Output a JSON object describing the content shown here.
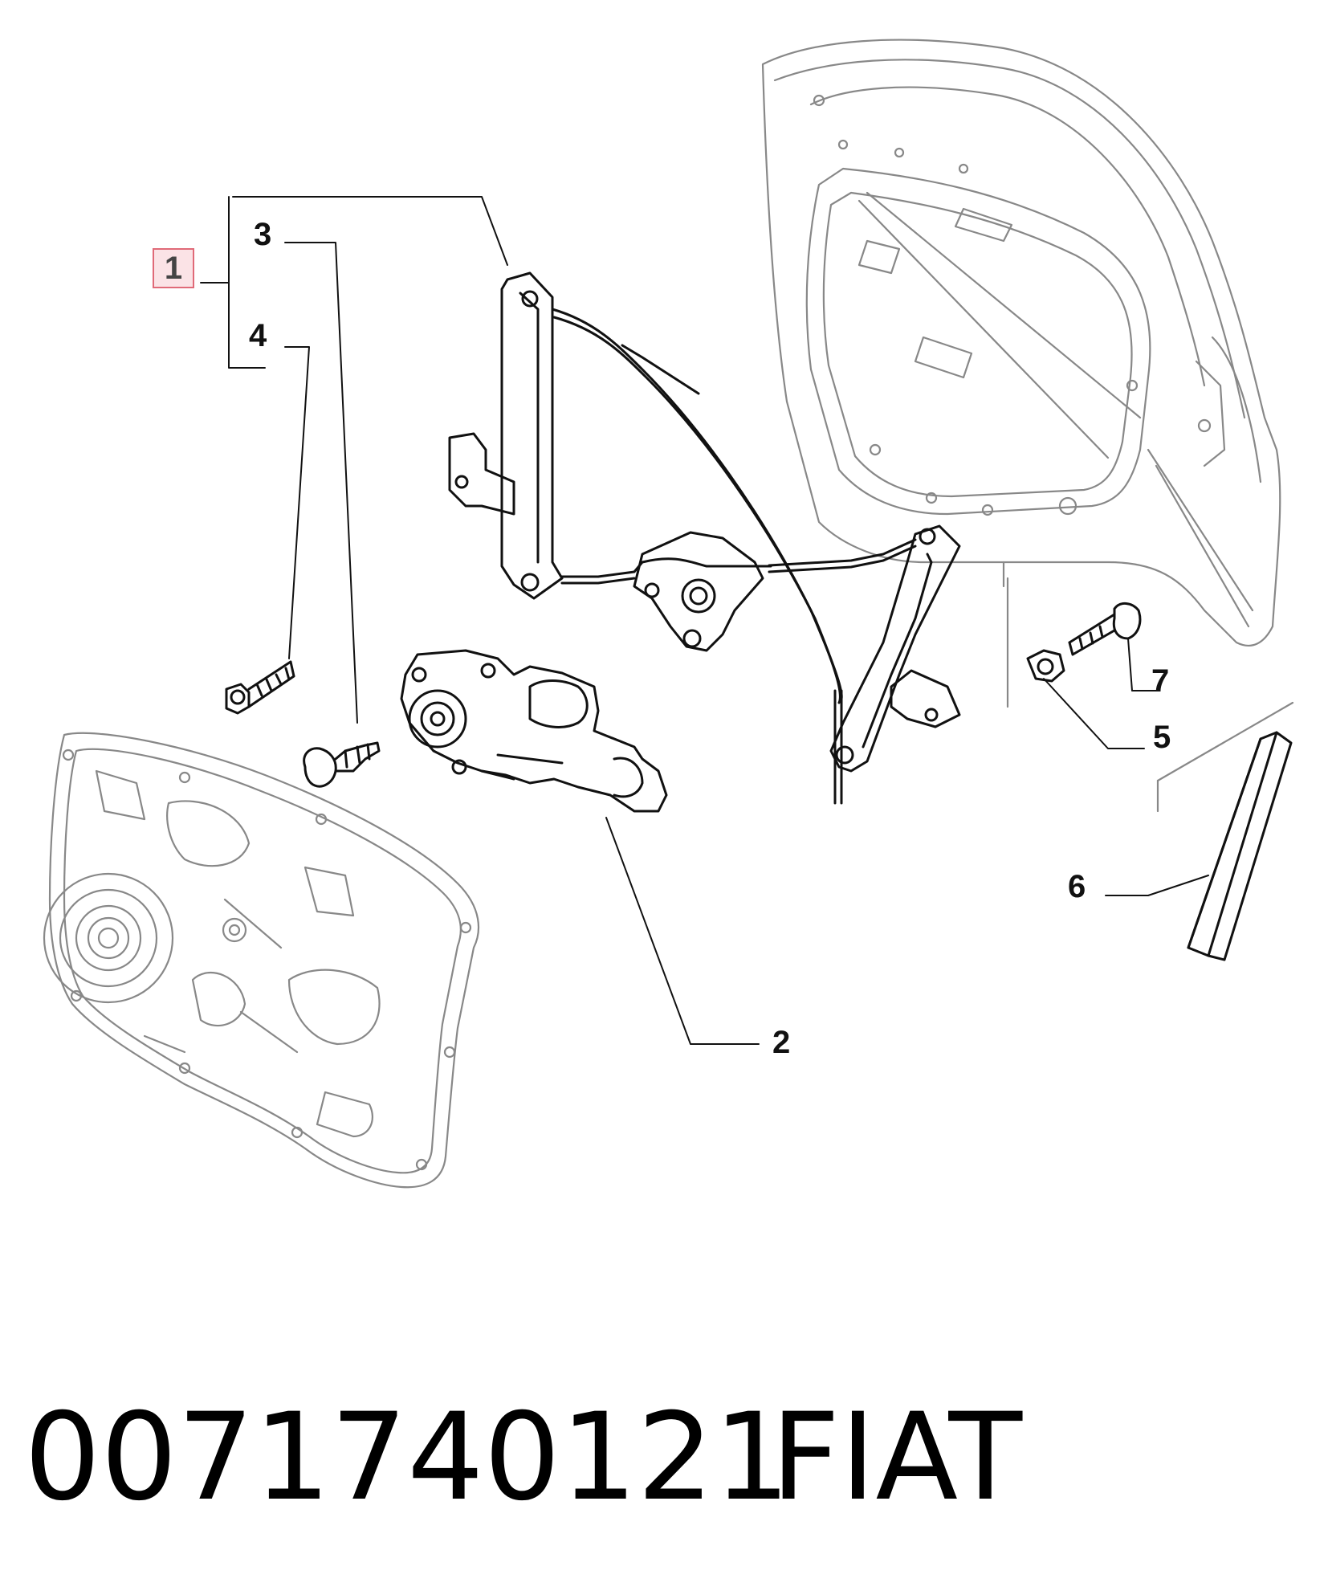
{
  "diagram": {
    "callouts": {
      "c1": "1",
      "c2": "2",
      "c3": "3",
      "c4": "4",
      "c5": "5",
      "c6": "6",
      "c7": "7"
    },
    "highlight_color": "#fbe3e6",
    "highlight_border": "#e06a78"
  },
  "footer": {
    "part_number": "0071740121",
    "brand": "FIAT"
  }
}
